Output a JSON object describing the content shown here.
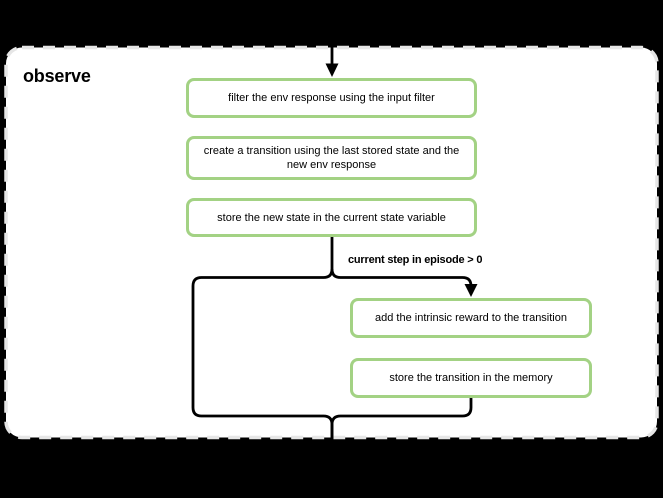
{
  "diagram": {
    "title": "observe",
    "condition_label": "current step in episode > 0",
    "nodes": [
      {
        "id": "filter-env-response",
        "label": "filter the env response using the input filter",
        "lines": [
          "filter the env response using the input filter"
        ]
      },
      {
        "id": "create-transition",
        "label": "create a transition using the last stored state and the new env response",
        "lines": [
          "create a transition using the last stored state and the",
          "new env response"
        ]
      },
      {
        "id": "store-new-state",
        "label": "store the new state in the current state variable",
        "lines": [
          "store the new state in the current state variable"
        ]
      },
      {
        "id": "add-intrinsic-reward",
        "label": "add the intrinsic reward to the transition",
        "lines": [
          "add the intrinsic reward to the transition"
        ]
      },
      {
        "id": "store-transition",
        "label": "store the transition in the memory",
        "lines": [
          "store the transition in the memory"
        ]
      }
    ],
    "edges": [
      {
        "from": "outside-top",
        "to": "filter-env-response",
        "label": ""
      },
      {
        "from": "store-new-state",
        "to": "add-intrinsic-reward",
        "label": "current step in episode > 0"
      },
      {
        "from": "store-new-state",
        "to": "outside-bottom",
        "label": ""
      },
      {
        "from": "store-transition",
        "to": "outside-bottom",
        "label": ""
      }
    ],
    "colors": {
      "background": "#000000",
      "container_fill": "#ffffff",
      "container_border": "#e6e6e6",
      "node_border": "#a3d284",
      "node_fill": "#ffffff",
      "connector": "#000000",
      "text": "#000000"
    }
  }
}
